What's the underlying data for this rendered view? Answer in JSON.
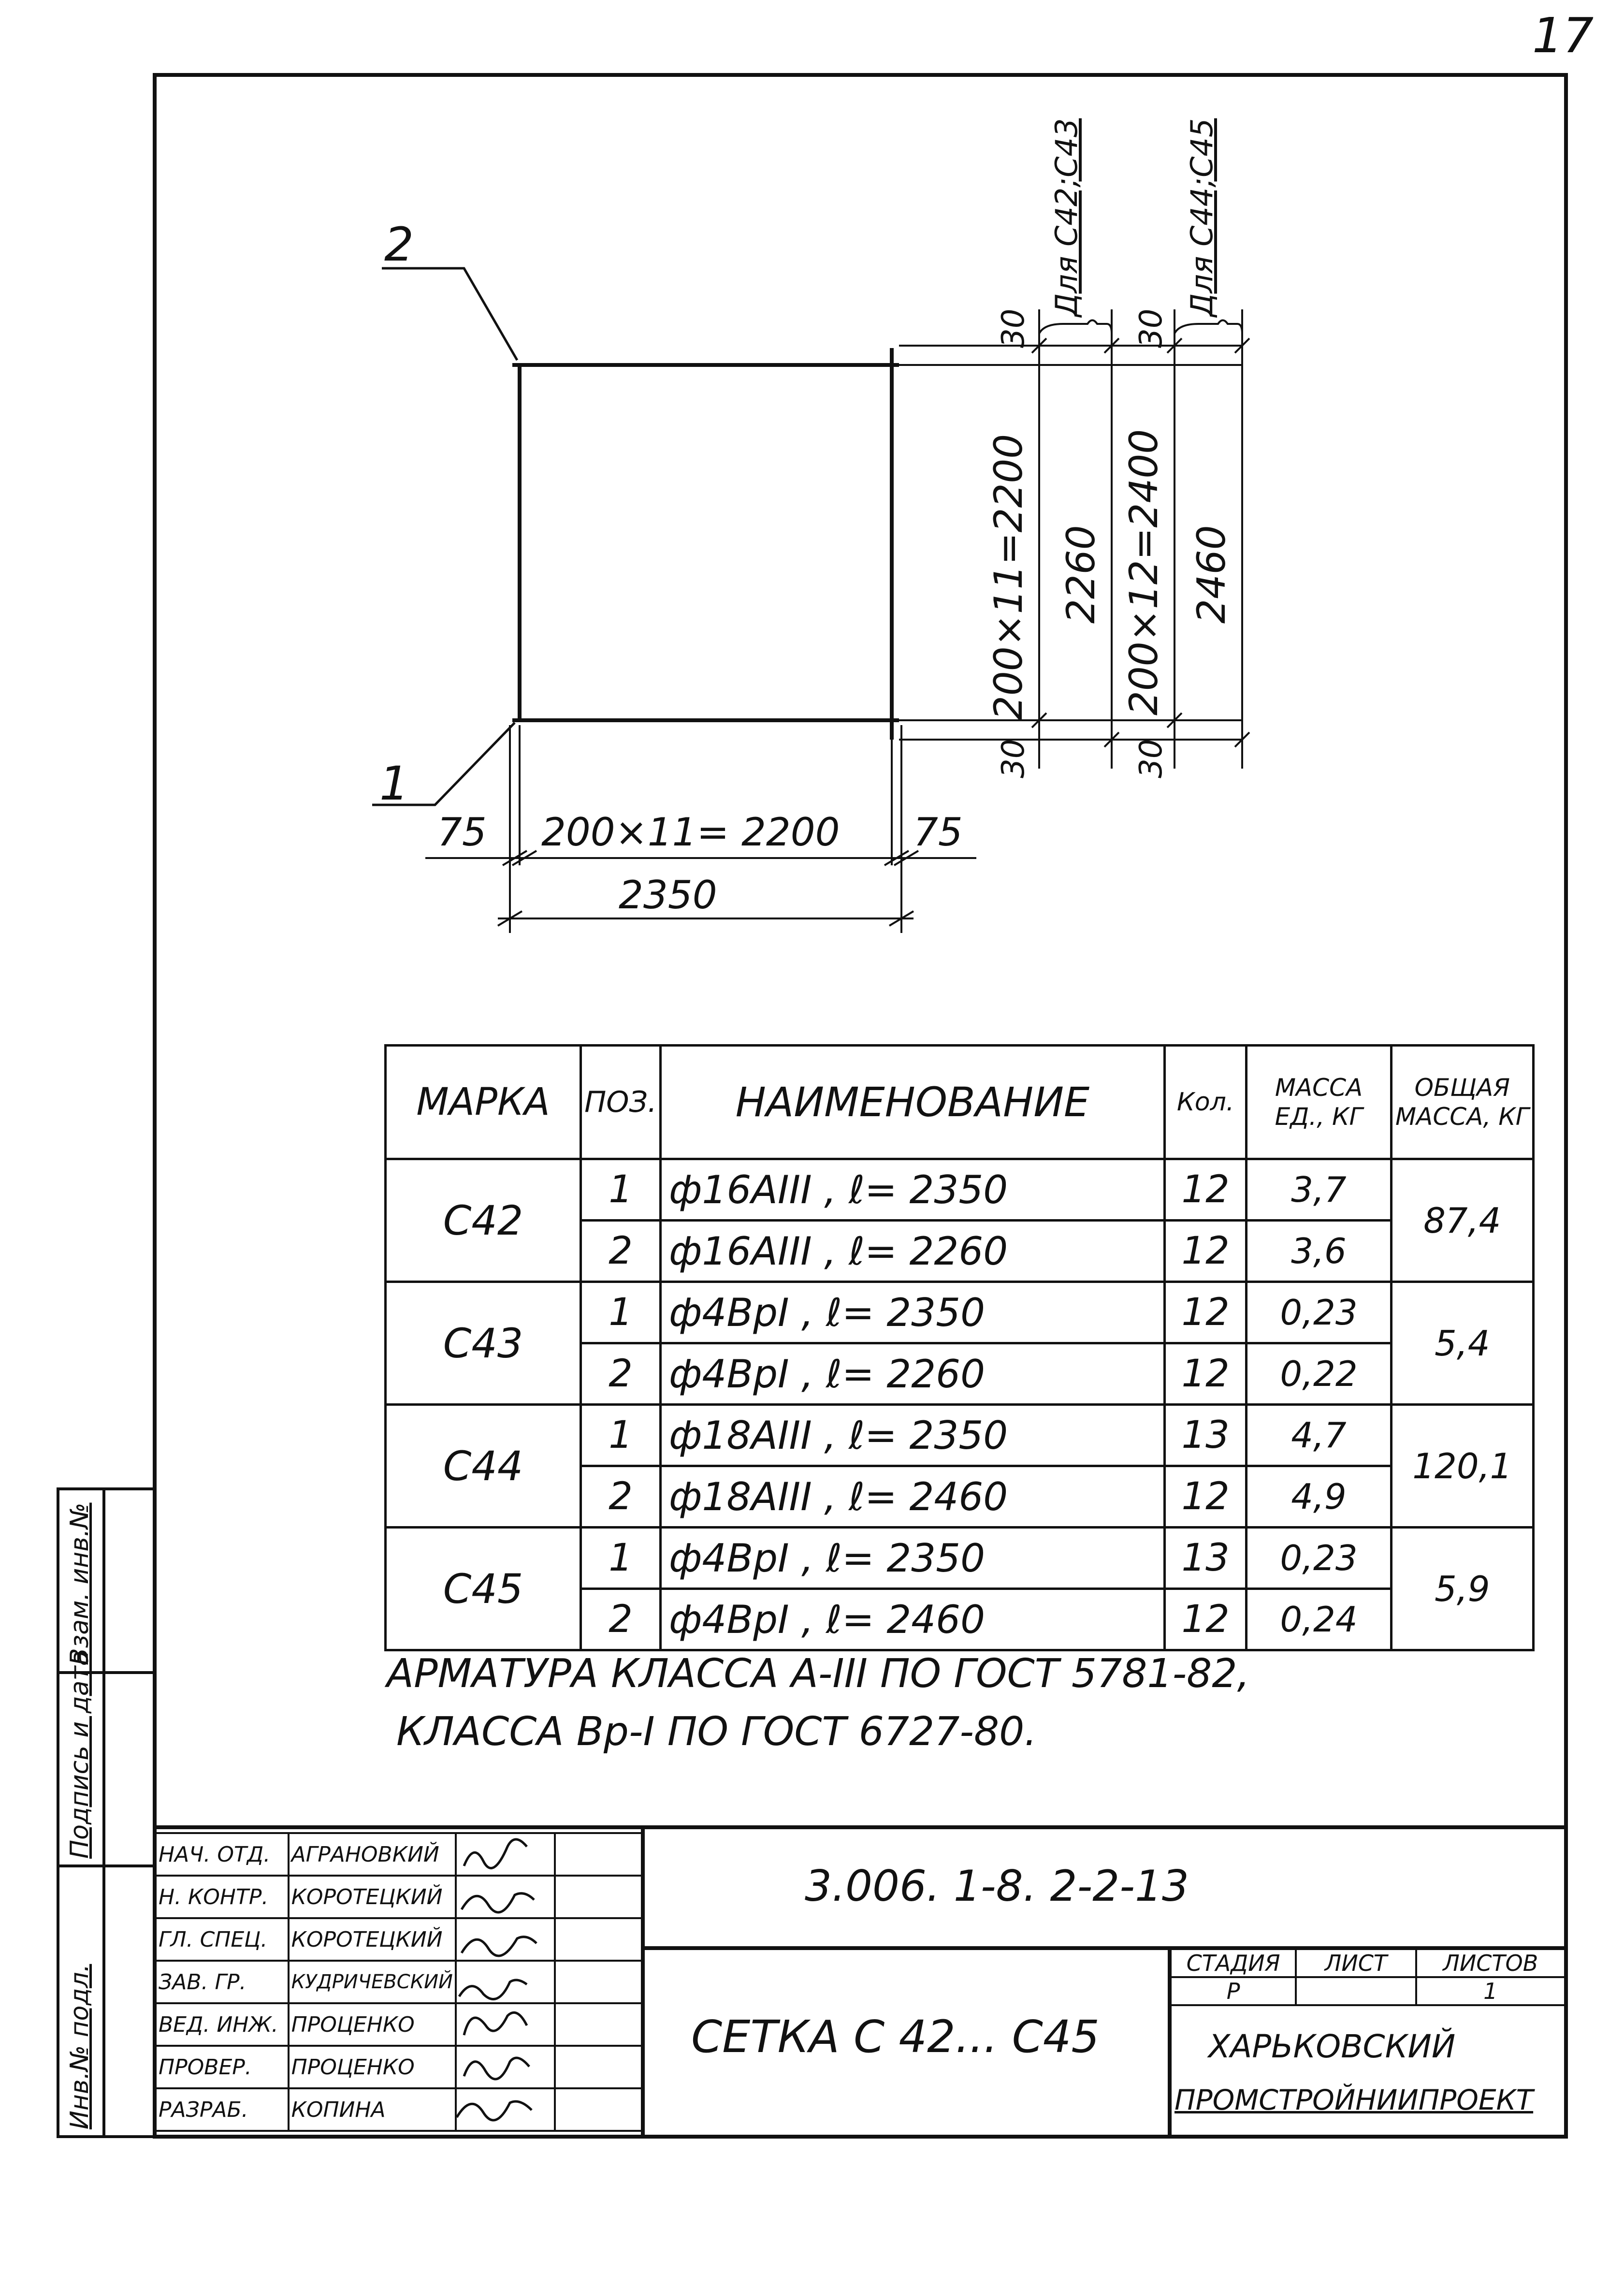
{
  "page_number": "17",
  "drawing": {
    "callout_1": "1",
    "callout_2": "2",
    "dim_bottom_left": "75",
    "dim_bottom_mid": "200×11= 2200",
    "dim_bottom_right": "75",
    "dim_bottom_total": "2350",
    "dim_v_pitch_1": "200×11=2200",
    "dim_v_total_1": "2260",
    "dim_v_pitch_2": "200×12=2400",
    "dim_v_total_2": "2460",
    "dim_v_ext_top_1": "30",
    "dim_v_ext_bottom_1": "30",
    "dim_v_ext_top_2": "30",
    "dim_v_ext_bottom_2": "30",
    "label_c42_c43": "Для С42;С43",
    "label_c44_c45": "Для С44;С45"
  },
  "spec_table": {
    "headers": {
      "mark": "МАРКА",
      "pos": "ПОЗ.",
      "name": "НАИМЕНОВАНИЕ",
      "qty": "Кол.",
      "unit_mass": "МАССА ЕД., КГ",
      "total_mass": "ОБЩАЯ МАССА, КГ"
    },
    "groups": [
      {
        "mark": "С42",
        "total": "87,4",
        "rows": [
          {
            "pos": "1",
            "name": "ф16АIII , ℓ= 2350",
            "qty": "12",
            "mass": "3,7"
          },
          {
            "pos": "2",
            "name": "ф16АIII , ℓ= 2260",
            "qty": "12",
            "mass": "3,6"
          }
        ]
      },
      {
        "mark": "С43",
        "total": "5,4",
        "rows": [
          {
            "pos": "1",
            "name": "ф4ВрI , ℓ= 2350",
            "qty": "12",
            "mass": "0,23"
          },
          {
            "pos": "2",
            "name": "ф4ВрI , ℓ= 2260",
            "qty": "12",
            "mass": "0,22"
          }
        ]
      },
      {
        "mark": "С44",
        "total": "120,1",
        "rows": [
          {
            "pos": "1",
            "name": "ф18АIII , ℓ= 2350",
            "qty": "13",
            "mass": "4,7"
          },
          {
            "pos": "2",
            "name": "ф18АIII , ℓ= 2460",
            "qty": "12",
            "mass": "4,9"
          }
        ]
      },
      {
        "mark": "С45",
        "total": "5,9",
        "rows": [
          {
            "pos": "1",
            "name": "ф4ВрI , ℓ= 2350",
            "qty": "13",
            "mass": "0,23"
          },
          {
            "pos": "2",
            "name": "ф4ВрI , ℓ= 2460",
            "qty": "12",
            "mass": "0,24"
          }
        ]
      }
    ]
  },
  "note": {
    "line1": "АРМАТУРА КЛАССА А-III ПО ГОСТ 5781-82,",
    "line2": "КЛАССА Вр-I ПО ГОСТ 6727-80."
  },
  "side_stamp": {
    "inv_podl": "Инв.№ подл.",
    "podpis_data": "Подпись и дата",
    "vzam_inv": "Взам. инв.№"
  },
  "title_block": {
    "doc_code": "3.006. 1-8. 2-2-13",
    "title": "СЕТКА С 42... С45",
    "org_line1": "ХАРЬКОВСКИЙ",
    "org_line2": "ПРОМСТРОЙНИИПРОЕКТ",
    "stage_label": "СТАДИЯ",
    "sheet_label": "ЛИСТ",
    "sheets_label": "ЛИСТОВ",
    "stage_value": "Р",
    "sheet_value": "",
    "sheets_value": "1",
    "roles": [
      {
        "role": "НАЧ. ОТД.",
        "name": "АГРАНОВКИЙ"
      },
      {
        "role": "Н. КОНТР.",
        "name": "КОРОТЕЦКИЙ"
      },
      {
        "role": "ГЛ. СПЕЦ.",
        "name": "КОРОТЕЦКИЙ"
      },
      {
        "role": "ЗАВ. ГР.",
        "name": "КУДРИЧЕВСКИЙ"
      },
      {
        "role": "ВЕД. ИНЖ.",
        "name": "ПРОЦЕНКО"
      },
      {
        "role": "ПРОВЕР.",
        "name": "ПРОЦЕНКО"
      },
      {
        "role": "РАЗРАБ.",
        "name": "КОПИНА"
      }
    ]
  }
}
